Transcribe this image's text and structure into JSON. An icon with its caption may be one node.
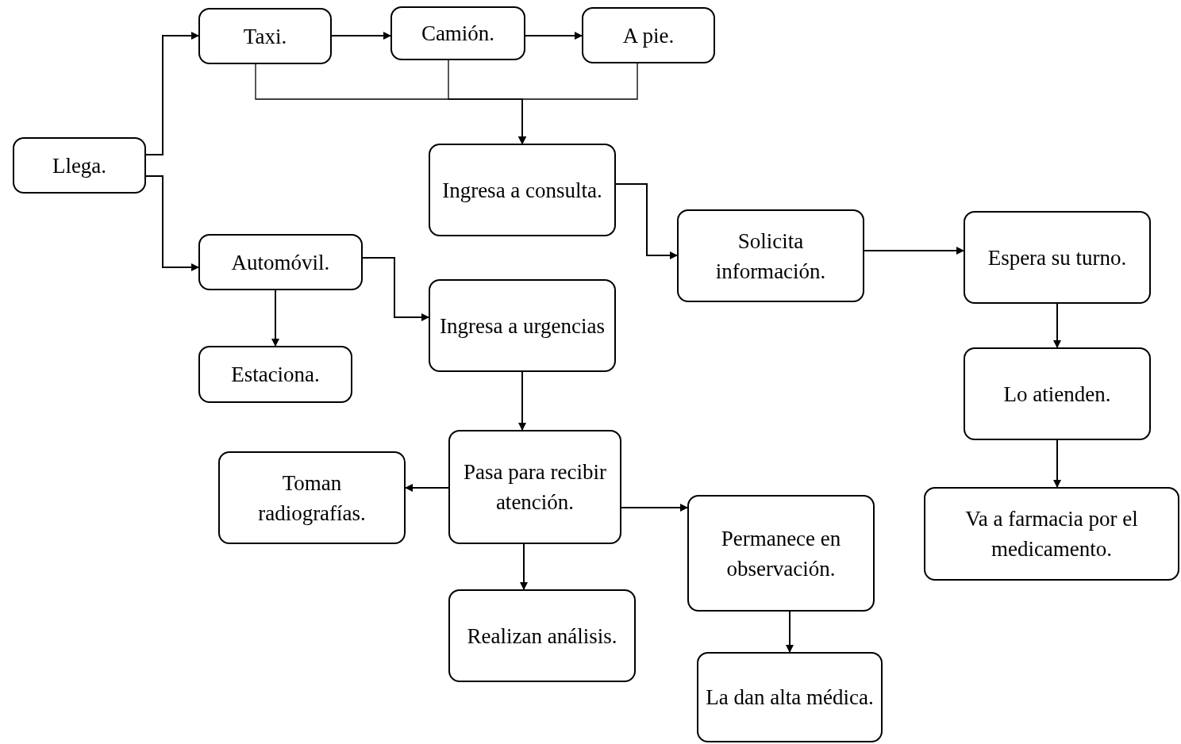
{
  "diagram": {
    "nodes": [
      {
        "text": [
          "Llega."
        ]
      },
      {
        "text": [
          "Taxi."
        ]
      },
      {
        "text": [
          "Camión."
        ]
      },
      {
        "text": [
          "A pie."
        ]
      },
      {
        "text": [
          "Ingresa a consulta."
        ]
      },
      {
        "text": [
          "Solicita información."
        ]
      },
      {
        "text": [
          "Espera su turno."
        ]
      },
      {
        "text": [
          "Automóvil."
        ]
      },
      {
        "text": [
          "Estaciona."
        ]
      },
      {
        "text": [
          "Ingresa a urgencias"
        ]
      },
      {
        "text": [
          "Lo atienden."
        ]
      },
      {
        "text": [
          "Pasa para recibir atención."
        ]
      },
      {
        "text": [
          "Toman radiografías."
        ]
      },
      {
        "text": [
          "Va a farmacia por el medicamento."
        ]
      },
      {
        "text": [
          "Permanece en observación."
        ]
      },
      {
        "text": [
          "Realizan análisis."
        ]
      },
      {
        "text": [
          "La dan alta médica."
        ]
      }
    ],
    "edges": [
      {
        "from": 0,
        "to": 1,
        "arrow": "to"
      },
      {
        "from": 1,
        "to": 2,
        "arrow": "to"
      },
      {
        "from": 2,
        "to": 3,
        "arrow": "to"
      },
      {
        "from": 1,
        "to": 4,
        "arrow": "to"
      },
      {
        "from": 2,
        "to": 4,
        "arrow": "to"
      },
      {
        "from": 3,
        "to": 4,
        "arrow": "to"
      },
      {
        "from": 0,
        "to": 7,
        "arrow": "to"
      },
      {
        "from": 7,
        "to": 8,
        "arrow": "to"
      },
      {
        "from": 7,
        "to": 9,
        "arrow": "to"
      },
      {
        "from": 4,
        "to": 5,
        "arrow": "to"
      },
      {
        "from": 5,
        "to": 6,
        "arrow": "to"
      },
      {
        "from": 6,
        "to": 10,
        "arrow": "to"
      },
      {
        "from": 9,
        "to": 11,
        "arrow": "to"
      },
      {
        "from": 11,
        "to": 12,
        "arrow": "to"
      },
      {
        "from": 11,
        "to": 15,
        "arrow": "to"
      },
      {
        "from": 11,
        "to": 14,
        "arrow": "to"
      },
      {
        "from": 14,
        "to": 16,
        "arrow": "to"
      },
      {
        "from": 10,
        "to": 13,
        "arrow": "to"
      }
    ]
  }
}
